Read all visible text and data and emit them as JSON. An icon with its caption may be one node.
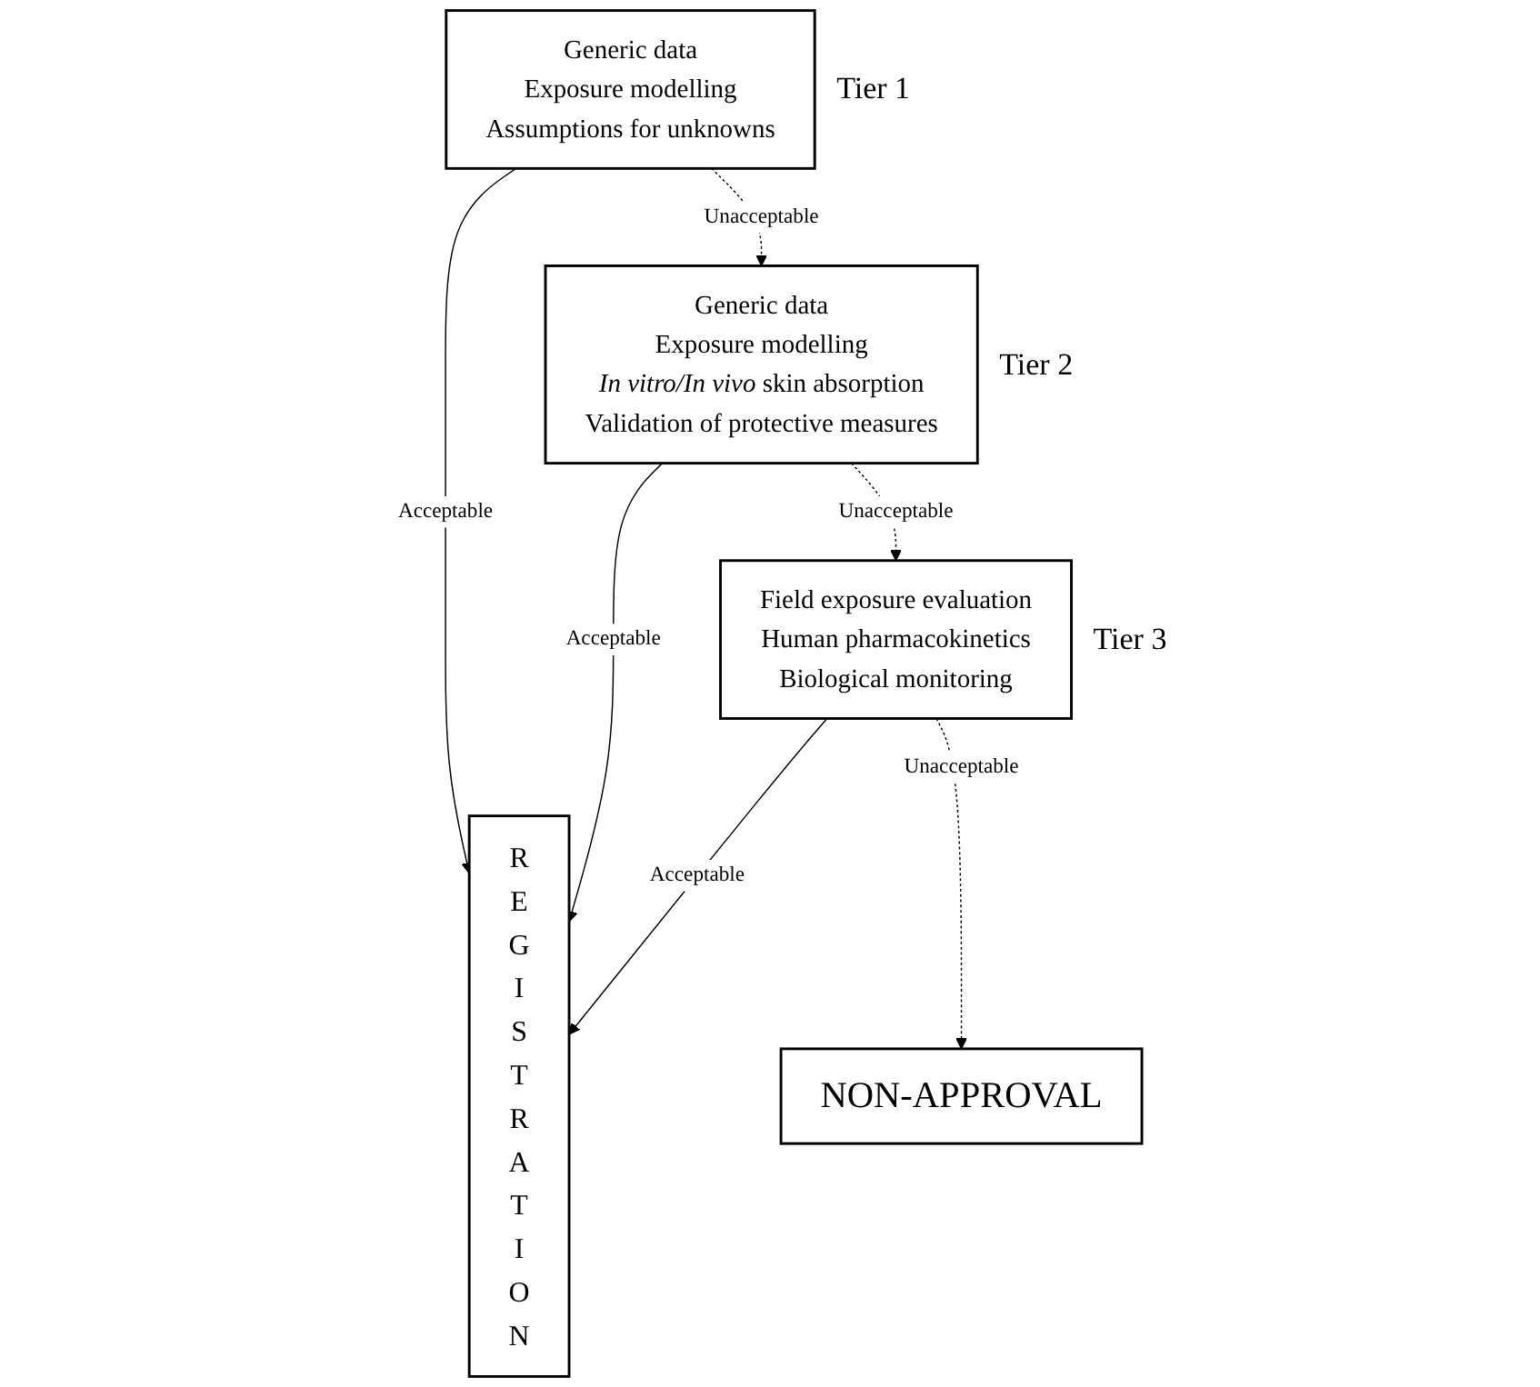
{
  "diagram": {
    "nodes": [
      {
        "text": [
          "Generic data",
          "Exposure modelling",
          "Assumptions for unknowns"
        ],
        "beside": [
          "Tier 1"
        ]
      },
      {
        "text": [
          "Generic data",
          "Exposure modelling",
          "*In vitro/In vivo* skin absorption",
          "Validation of protective measures"
        ],
        "beside": [
          "Tier 2"
        ]
      },
      {
        "text": [
          "Field exposure evaluation",
          "Human pharmacokinetics",
          "Biological monitoring"
        ],
        "beside": [
          "Tier 3"
        ]
      },
      {
        "text": [
          "REGISTRATION"
        ]
      },
      {
        "text": [
          "NON-APPROVAL"
        ]
      }
    ],
    "edges": [
      {
        "from": 0,
        "to": 3,
        "arrow": "to",
        "label": "Acceptable"
      },
      {
        "from": 0,
        "to": 1,
        "arrow": "to",
        "label": "Unacceptable",
        "style": "dashed"
      },
      {
        "from": 1,
        "to": 3,
        "arrow": "to",
        "label": "Acceptable"
      },
      {
        "from": 1,
        "to": 2,
        "arrow": "to",
        "label": "Unacceptable",
        "style": "dashed"
      },
      {
        "from": 2,
        "to": 3,
        "arrow": "to",
        "label": "Acceptable"
      },
      {
        "from": 2,
        "to": 4,
        "arrow": "to",
        "label": "Unacceptable",
        "style": "dashed"
      }
    ]
  }
}
